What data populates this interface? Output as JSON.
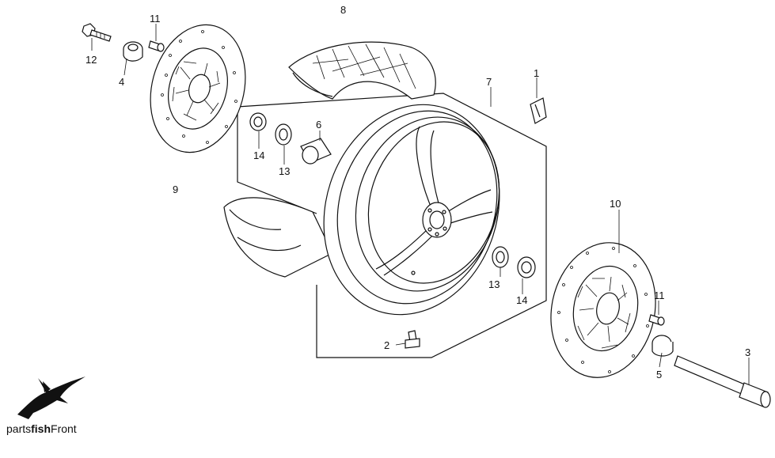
{
  "callouts": {
    "c1": "1",
    "c2": "2",
    "c3": "3",
    "c4": "4",
    "c5": "5",
    "c6": "6",
    "c7": "7",
    "c8": "8",
    "c9": "9",
    "c10": "10",
    "c11a": "11",
    "c11b": "11",
    "c12": "12",
    "c13a": "13",
    "c13b": "13",
    "c14a": "14",
    "c14b": "14"
  },
  "brand": {
    "prefix": "parts",
    "bold": "fish",
    "suffix": "Front"
  }
}
